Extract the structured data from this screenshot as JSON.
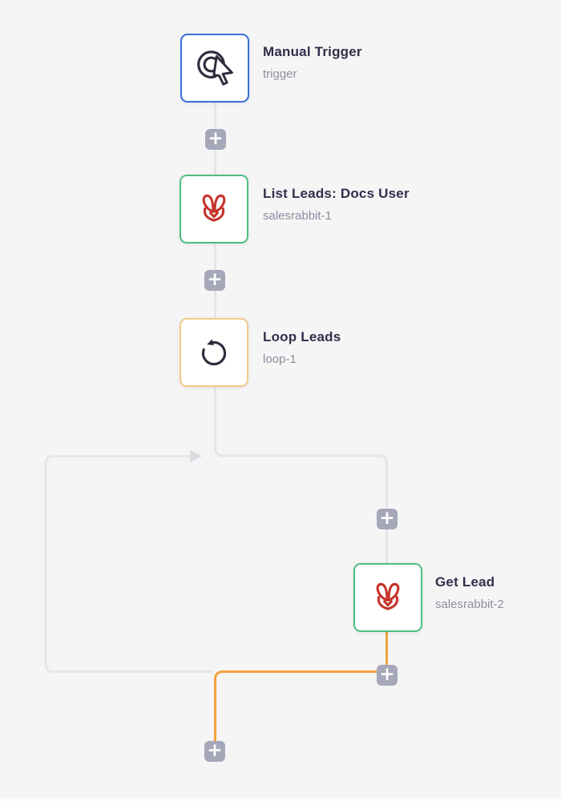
{
  "app": {
    "view": "workflow-builder-canvas"
  },
  "colors": {
    "background": "#f5f5f6",
    "edge": "#e5e5ea",
    "edge_arrow": "#dbdbe2",
    "edge_active": "#f2a33d",
    "add_button_bg": "#a6a8b9",
    "add_button_glyph": "#ffffff",
    "node_bg": "#ffffff",
    "title_text": "#30304b",
    "subtitle_text": "#8e8e9e",
    "trigger_border": "#3b6fd9",
    "success_border": "#4ebd81",
    "loop_border": "#f4c98c",
    "brand_red": "#c5342c",
    "icon_ink": "#2d2d3e"
  },
  "nodes": [
    {
      "title": "Manual Trigger",
      "subtitle": "trigger",
      "icon": "manual-trigger-icon",
      "border": "trigger"
    },
    {
      "title": "List Leads: Docs User",
      "subtitle": "salesrabbit-1",
      "icon": "salesrabbit-icon",
      "border": "success"
    },
    {
      "title": "Loop Leads",
      "subtitle": "loop-1",
      "icon": "loop-icon",
      "border": "loop"
    },
    {
      "title": "Get Lead",
      "subtitle": "salesrabbit-2",
      "icon": "salesrabbit-icon",
      "border": "success"
    }
  ],
  "add_button": {
    "symbol": "+"
  }
}
